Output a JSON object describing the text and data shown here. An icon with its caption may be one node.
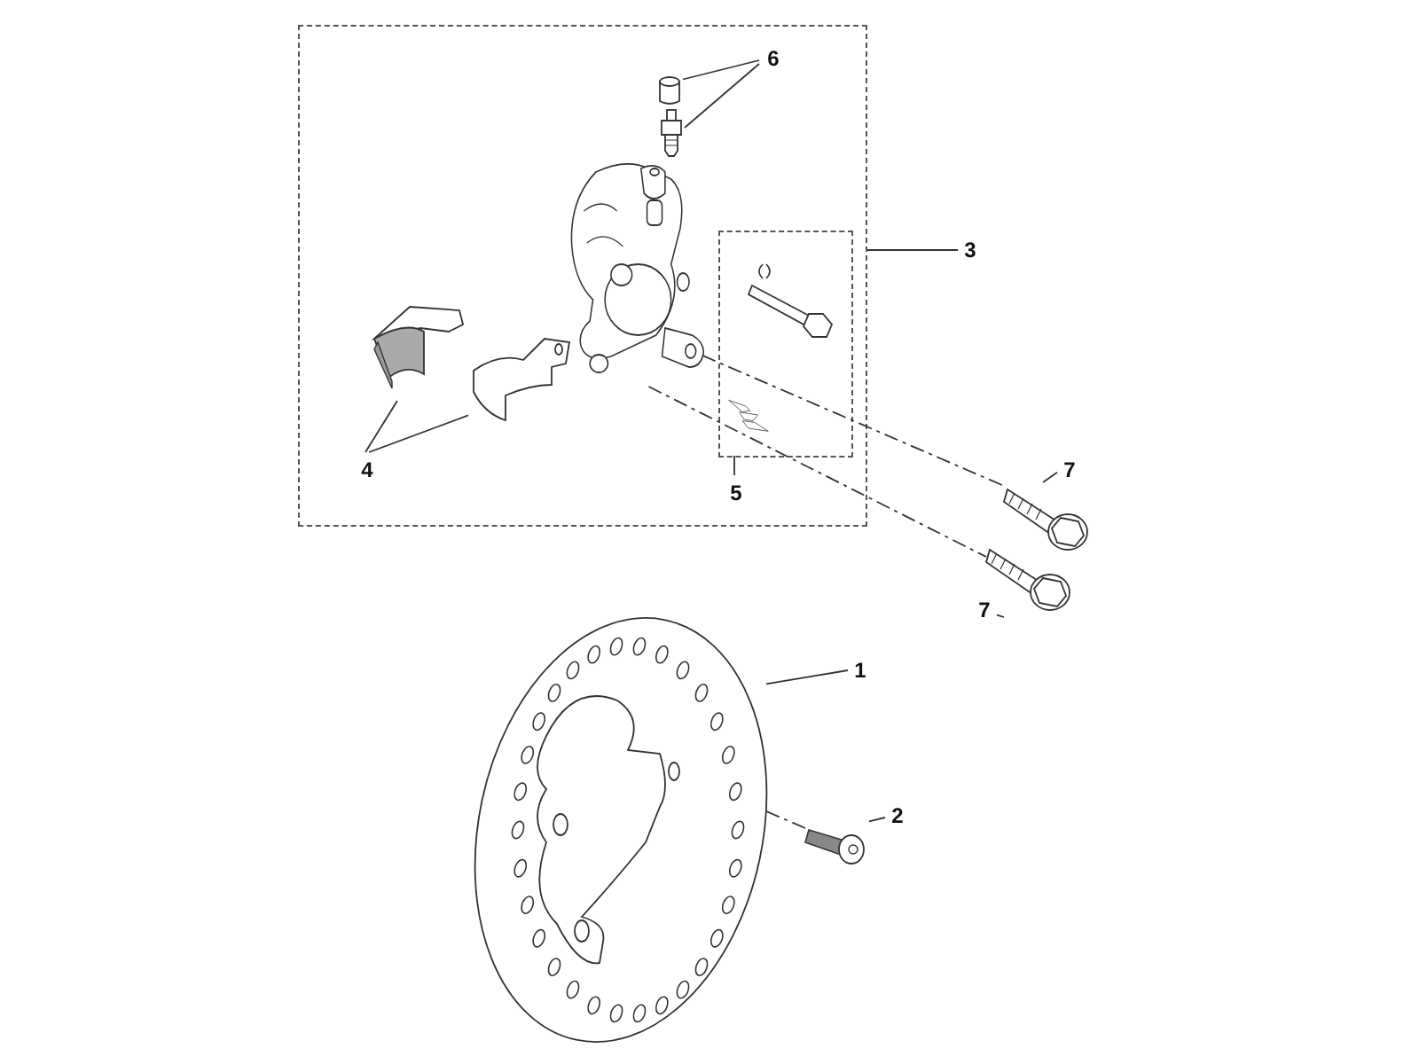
{
  "diagram": {
    "nodes": [
      {
        "text": [],
        "shape": "box"
      },
      {
        "text": [
          "6"
        ],
        "in": 0
      },
      {
        "text": [],
        "shape": "picture",
        "in": 0
      },
      {
        "text": [],
        "shape": "picture",
        "in": 0
      },
      {
        "text": [],
        "shape": "picture",
        "in": 0
      },
      {
        "text": [
          "3"
        ]
      },
      {
        "text": [],
        "shape": "box",
        "in": 0
      },
      {
        "text": [],
        "shape": "picture",
        "in": 6
      },
      {
        "text": [],
        "shape": "picture",
        "in": 6
      },
      {
        "text": [],
        "shape": "picture",
        "in": 0
      },
      {
        "text": [],
        "shape": "picture",
        "in": 0
      },
      {
        "text": [
          "4"
        ],
        "in": 0
      },
      {
        "text": [
          "5"
        ],
        "in": 0
      },
      {
        "text": [
          "7"
        ]
      },
      {
        "text": [],
        "shape": "picture"
      },
      {
        "text": [
          "7"
        ]
      },
      {
        "text": [],
        "shape": "picture"
      },
      {
        "text": [
          "1"
        ]
      },
      {
        "text": [],
        "shape": "picture"
      },
      {
        "text": [
          "2"
        ]
      },
      {
        "text": [],
        "shape": "picture"
      }
    ],
    "edges": [
      {
        "from": 1,
        "to": 2,
        "arrow": "none"
      },
      {
        "from": 1,
        "to": 3,
        "arrow": "none"
      },
      {
        "from": 5,
        "to": 0,
        "arrow": "none"
      },
      {
        "from": 11,
        "to": 9,
        "arrow": "none"
      },
      {
        "from": 11,
        "to": 10,
        "arrow": "none"
      },
      {
        "from": 12,
        "to": 6,
        "arrow": "none"
      },
      {
        "from": 13,
        "to": 14,
        "arrow": "none"
      },
      {
        "from": 15,
        "to": 16,
        "arrow": "none"
      },
      {
        "from": 17,
        "to": 18,
        "arrow": "none"
      },
      {
        "from": 19,
        "to": 20,
        "arrow": "none"
      },
      {
        "from": 4,
        "to": 14,
        "arrow": "none",
        "style": "dashed"
      },
      {
        "from": 4,
        "to": 16,
        "arrow": "none",
        "style": "dashed"
      },
      {
        "from": 18,
        "to": 20,
        "arrow": "none",
        "style": "dashed"
      }
    ]
  }
}
